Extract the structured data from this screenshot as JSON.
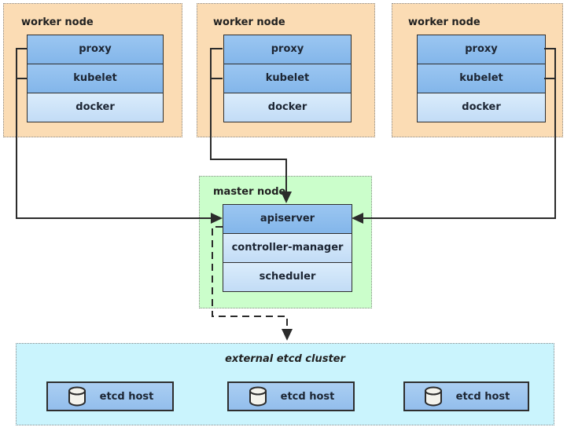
{
  "workers": [
    {
      "title": "worker node",
      "components": [
        "proxy",
        "kubelet",
        "docker"
      ]
    },
    {
      "title": "worker node",
      "components": [
        "proxy",
        "kubelet",
        "docker"
      ]
    },
    {
      "title": "worker node",
      "components": [
        "proxy",
        "kubelet",
        "docker"
      ]
    }
  ],
  "master": {
    "title": "master node",
    "components": [
      "apiserver",
      "controller-manager",
      "scheduler"
    ]
  },
  "etcd": {
    "title": "external etcd cluster",
    "hosts": [
      {
        "icon": "database-cylinder-icon",
        "label": "etcd host"
      },
      {
        "icon": "database-cylinder-icon",
        "label": "etcd host"
      },
      {
        "icon": "database-cylinder-icon",
        "label": "etcd host"
      }
    ]
  },
  "colors": {
    "worker_bg": "#fbdcb4",
    "master_bg": "#cbfecb",
    "etcd_bg": "#caf4fd",
    "component_blue_top": "#9bc6f1",
    "component_blue_bottom": "#83b6ea",
    "component_lightblue_top": "#daecfb",
    "component_lightblue_bottom": "#c2dcf6",
    "host_blue_top": "#aacef2",
    "host_blue_bottom": "#93beec",
    "line": "#2b2b2b",
    "text": "#1c2533",
    "dotted_border": "#8b8b8b"
  }
}
